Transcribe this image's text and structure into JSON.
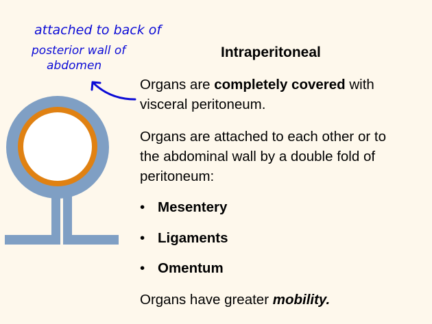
{
  "annotation": {
    "line1": "attached to back of",
    "line2": "posterior wall of",
    "line3": "abdomen"
  },
  "title": "Intraperitoneal",
  "p1": {
    "a": "Organs are ",
    "b": "completely covered",
    "c": " with",
    "line2": "visceral peritoneum."
  },
  "p2": {
    "line1": "Organs are attached to each other or to",
    "line2": "the abdominal wall by a double fold of",
    "line3": "peritoneum:"
  },
  "bullets": [
    "Mesentery",
    "Ligaments",
    "Omentum"
  ],
  "p3": {
    "a": "Organs have greater ",
    "b": "mobility."
  },
  "colors": {
    "peritoneum": "#7f9fc4",
    "organ": "#e08112",
    "ink": "#0b0bd6",
    "background": "#fef8ec"
  }
}
